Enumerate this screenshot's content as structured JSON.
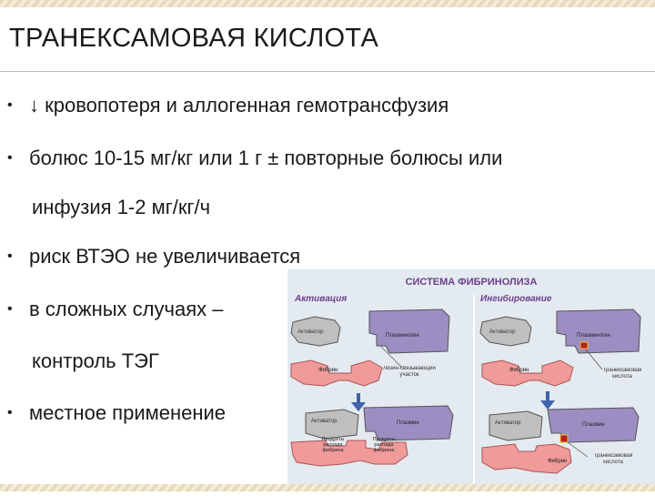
{
  "slide": {
    "title": "ТРАНЕКСАМОВАЯ КИСЛОТА",
    "bullets": [
      {
        "dot": "•",
        "text": "↓ кровопотеря и аллогенная гемотрансфузия"
      },
      {
        "dot": "•",
        "text": "болюс 10-15 мг/кг или 1 г ± повторные болюсы или",
        "continuation": "инфузия 1-2 мг/кг/ч"
      },
      {
        "dot": "•",
        "text": "риск ВТЭО не увеличивается"
      },
      {
        "dot": "•",
        "text": "в сложных случаях –",
        "continuation": "контроль ТЭГ"
      },
      {
        "dot": "•",
        "text": "местное применение"
      }
    ]
  },
  "figure": {
    "title": "СИСТЕМА ФИБРИНОЛИЗА",
    "left_panel": {
      "heading": "Активация",
      "activator": "Активатор",
      "plasminogen": "Плазминоген",
      "lysine_site": "Лизин-связывающий участок",
      "fibrin": "Фибрин",
      "activator2": "Активатор",
      "plasmin": "Плазмин",
      "products_a": "Продукты распада фибрина",
      "products_b": "Продукты распада фибрина"
    },
    "right_panel": {
      "heading": "Ингибирование",
      "activator": "Активатор",
      "plasminogen": "Плазминоген",
      "fibrin": "Фибрин",
      "tranexamic": "Транексамовая кислота",
      "activator2": "Активатор",
      "plasmin": "Плазмин",
      "fibrin2": "Фибрин",
      "tranexamic2": "Транексамовая кислота"
    }
  },
  "colors": {
    "stripe_a": "#e7d9b9",
    "stripe_b": "#f4ecd9",
    "figure_bg": "#e3eaf0",
    "header_color": "#6e3f8a",
    "activator_fill": "#bfbfbf",
    "plasminogen_fill": "#9c8dc2",
    "fibrin_fill": "#f09a9a",
    "arrow_fill": "#3e63a8",
    "tranexamic_fill": "#b61f1f"
  }
}
